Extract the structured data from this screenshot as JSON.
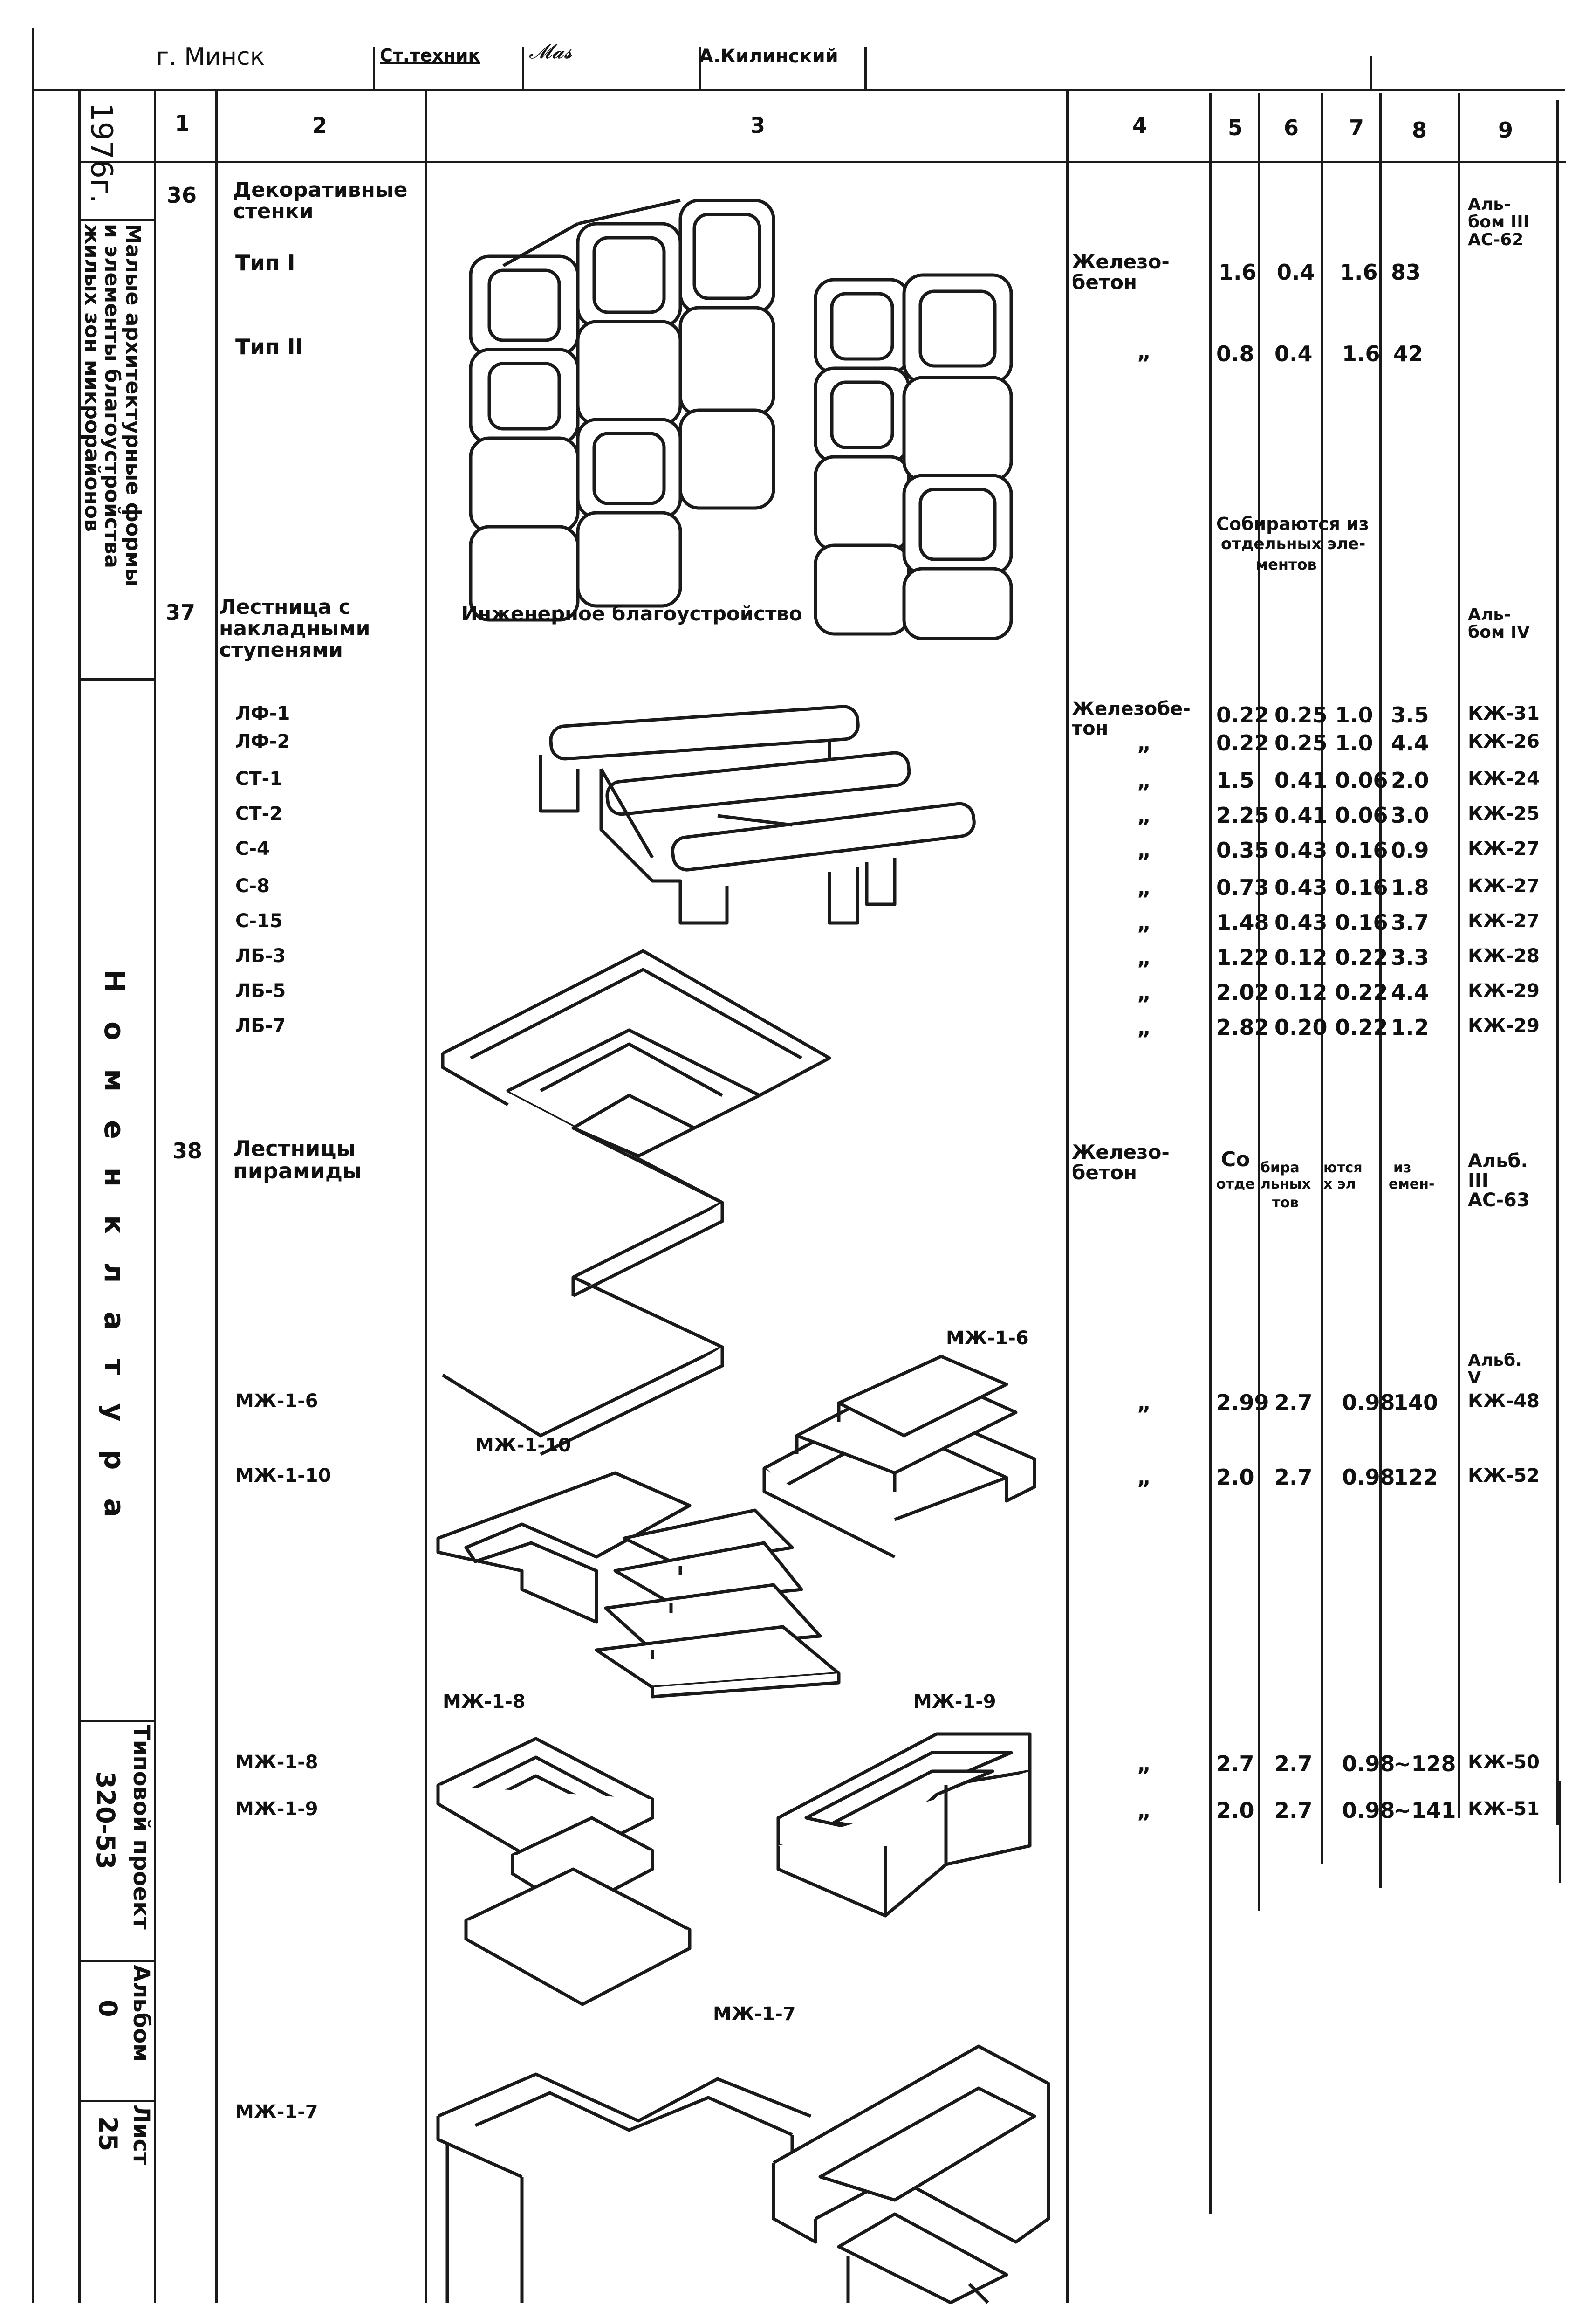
{
  "header": {
    "city": "г. Минск",
    "signer1": "Ст.техник",
    "signer2": "А.Килинский"
  },
  "side": {
    "year": "1976г.",
    "title1": "Малые архитектурные формы",
    "title2": "и элементы благоустройства",
    "title3": "жилых зон микрорайонов",
    "nomenclature": "Н о м е н к л а т у р а",
    "project_label": "Типовой проект",
    "project_number": "320-53",
    "album_label": "Альбом",
    "album_value": "0",
    "sheet_label": "Лист",
    "sheet_value": "25"
  },
  "columns": [
    "1",
    "2",
    "3",
    "4",
    "5",
    "6",
    "7",
    "8",
    "9"
  ],
  "entries": {
    "e36": {
      "num": "36",
      "name": "Декоративные стенки",
      "types": [
        "Тип I",
        "Тип II"
      ],
      "material": "Железо-бетон",
      "rows": [
        {
          "c5": "1.6",
          "c6": "0.4",
          "c7": "1.6",
          "c8": "83"
        },
        {
          "c5": "0.8",
          "c6": "0.4",
          "c7": "1.6",
          "c8": "42"
        }
      ],
      "ditto": "„",
      "album": "Аль-бом III АС-62",
      "note": [
        "Собираются из",
        "отдельных эле-",
        "ментов"
      ]
    },
    "e37": {
      "num": "37",
      "name": "Лестница с накладными ступенями",
      "section_caption": "Инженерное благоустройство",
      "album_head": "Аль-бом IV",
      "material": "Железобе-тон",
      "rows": [
        {
          "name": "ЛФ-1",
          "mat": "Железобе-тон",
          "c5": "0.22",
          "c6": "0.25",
          "c7": "1.0",
          "c8": "3.5",
          "c9": "КЖ-31"
        },
        {
          "name": "ЛФ-2",
          "mat": "„",
          "c5": "0.22",
          "c6": "0.25",
          "c7": "1.0",
          "c8": "4.4",
          "c9": "КЖ-26"
        },
        {
          "name": "СТ-1",
          "mat": "„",
          "c5": "1.5",
          "c6": "0.41",
          "c7": "0.06",
          "c8": "2.0",
          "c9": "КЖ-24"
        },
        {
          "name": "СТ-2",
          "mat": "„",
          "c5": "2.25",
          "c6": "0.41",
          "c7": "0.06",
          "c8": "3.0",
          "c9": "КЖ-25"
        },
        {
          "name": "С-4",
          "mat": "„",
          "c5": "0.35",
          "c6": "0.43",
          "c7": "0.16",
          "c8": "0.9",
          "c9": "КЖ-27"
        },
        {
          "name": "С-8",
          "mat": "„",
          "c5": "0.73",
          "c6": "0.43",
          "c7": "0.16",
          "c8": "1.8",
          "c9": "КЖ-27"
        },
        {
          "name": "С-15",
          "mat": "„",
          "c5": "1.48",
          "c6": "0.43",
          "c7": "0.16",
          "c8": "3.7",
          "c9": "КЖ-27"
        },
        {
          "name": "ЛБ-3",
          "mat": "„",
          "c5": "1.22",
          "c6": "0.12",
          "c7": "0.22",
          "c8": "3.3",
          "c9": "КЖ-28"
        },
        {
          "name": "ЛБ-5",
          "mat": "„",
          "c5": "2.02",
          "c6": "0.12",
          "c7": "0.22",
          "c8": "4.4",
          "c9": "КЖ-29"
        },
        {
          "name": "ЛБ-7",
          "mat": "„",
          "c5": "2.82",
          "c6": "0.20",
          "c7": "0.22",
          "c8": "1.2",
          "c9": "КЖ-29"
        }
      ]
    },
    "e38": {
      "num": "38",
      "name": "Лестницы пирамиды",
      "material": "Железо-бетон",
      "note": [
        "Со",
        "отде",
        "бира",
        "льных",
        "тов",
        "ются",
        "х эл",
        "из",
        "емен-"
      ],
      "album_head": "Альб. III АС-63",
      "album_head2": "Альб. V",
      "rows": [
        {
          "name": "МЖ-1-6",
          "mat": "„",
          "c5": "2.99",
          "c6": "2.7",
          "c7": "0.98",
          "c8": "140",
          "c9": "КЖ-48"
        },
        {
          "name": "МЖ-1-10",
          "mat": "„",
          "c5": "2.0",
          "c6": "2.7",
          "c7": "0.98",
          "c8": "122",
          "c9": "КЖ-52"
        },
        {
          "name": "МЖ-1-8",
          "mat": "„",
          "c5": "2.7",
          "c6": "2.7",
          "c7": "0.98",
          "c8": "~128",
          "c9": "КЖ-50"
        },
        {
          "name": "МЖ-1-9",
          "mat": "„",
          "c5": "2.0",
          "c6": "2.7",
          "c7": "0.98",
          "c8": "~141",
          "c9": "КЖ-51"
        },
        {
          "name": "МЖ-1-7",
          "mat": "",
          "c5": "",
          "c6": "",
          "c7": "",
          "c8": "",
          "c9": ""
        }
      ],
      "drawing_labels": [
        "МЖ-1-6",
        "МЖ-1-10",
        "МЖ-1-8",
        "МЖ-1-9",
        "МЖ-1-7"
      ]
    }
  }
}
